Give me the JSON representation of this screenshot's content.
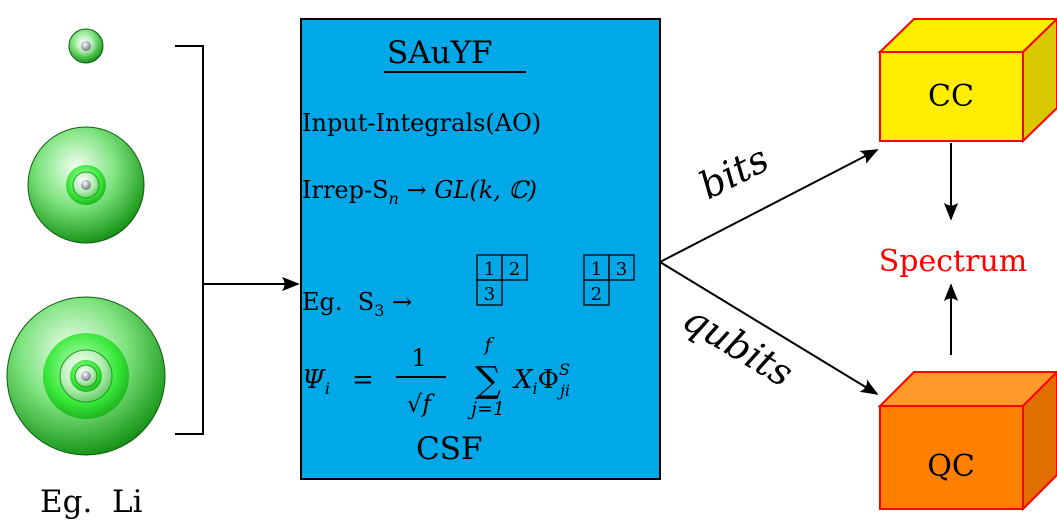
{
  "atom_label": "Eg.  Li",
  "sauyf": {
    "title": "SAuYF",
    "line1": "Input-Integrals(AO)",
    "line2": "Irrep-S",
    "line2_sub": "n",
    "line2_rest": " → GL(k, ℂ)",
    "eg_prefix": "Eg.  S",
    "eg_sub": "3",
    "eg_arrow": " →",
    "tableau1": [
      [
        "1",
        "2"
      ],
      [
        "3"
      ]
    ],
    "tableau2": [
      [
        "1",
        "3"
      ],
      [
        "2"
      ]
    ],
    "formula_lhs": "Ψ",
    "formula_lhs_sub": "i",
    "formula_eq": "=",
    "formula_num": "1",
    "formula_den": "√f",
    "sum_symbol": "∑",
    "sum_upper": "f",
    "sum_lower": "j=1",
    "formula_rhs_x": "X",
    "formula_rhs_x_sub": "i",
    "formula_rhs_phi": "Φ",
    "formula_rhs_phi_sup": "S",
    "formula_rhs_phi_sub": "ji",
    "csf": "CSF"
  },
  "arrow_labels": {
    "bits": "bits",
    "qubits": "qubits"
  },
  "cc_label": "CC",
  "qc_label": "QC",
  "spectrum_label": "Spectrum",
  "colors": {
    "box_fill": "#00a8e8",
    "cc_front": "#ffee00",
    "qc_front": "#ff7f00",
    "cube_edge": "#ff0000",
    "spectrum": "#ff0000",
    "atom_green": "#22dd22"
  }
}
